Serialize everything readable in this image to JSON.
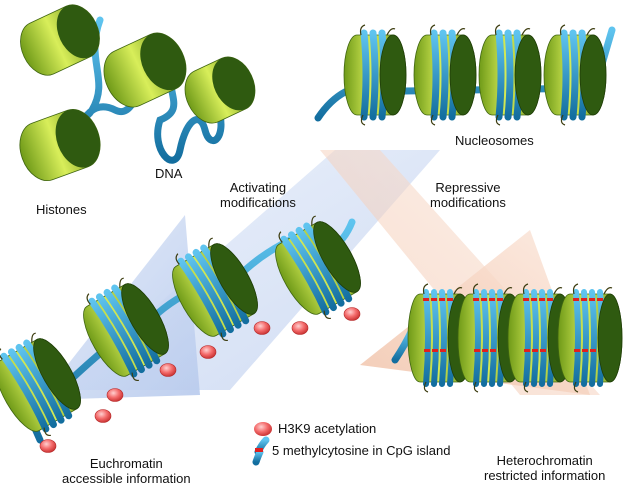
{
  "labels": {
    "histones": "Histones",
    "dna": "DNA",
    "nucleosomes": "Nucleosomes",
    "activating": [
      "Activating",
      "modifications"
    ],
    "repressive": [
      "Repressive",
      "modifications"
    ],
    "euchromatin": [
      "Euchromatin",
      "accessible information"
    ],
    "heterochromatin": [
      "Heterochromatin",
      "restricted information"
    ]
  },
  "legend": {
    "acetylation": "H3K9 acetylation",
    "methylcytosine": "5 methylcytosine in CpG island"
  },
  "colors": {
    "histone_light": "#c8e04a",
    "histone_dark": "#2f5a10",
    "dna": "#1e8fc8",
    "acetyl": "#f25a5a",
    "methyl": "#e02020",
    "activating_fan": "#bcd0f0",
    "repressive_fan": "#f6d2bf"
  }
}
